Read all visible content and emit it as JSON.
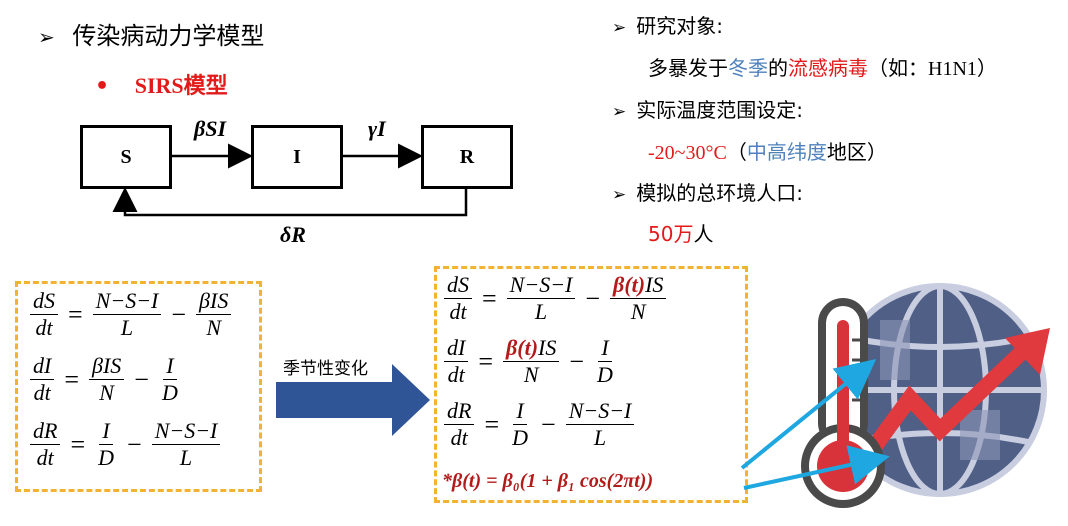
{
  "left": {
    "heading": "传染病动力学模型",
    "subheading": "SIRS模型",
    "bullet_marker": "•",
    "arrow_marker": "➢"
  },
  "diagram": {
    "nodes": [
      "S",
      "I",
      "R"
    ],
    "edges": {
      "s_to_i": "βSI",
      "i_to_r": "γI",
      "r_to_s": "δR"
    }
  },
  "right_info": {
    "item1_label": "研究对象:",
    "item1_value": {
      "p1": "多暴发于",
      "p2": "冬季",
      "p3": "的",
      "p4": "流感病毒",
      "p5": "（如：",
      "p6": "H1N1",
      "p7": "）"
    },
    "item2_label": "实际温度范围设定:",
    "item2_value": {
      "p1": "-20~30°C",
      "p2": "（",
      "p3": "中高纬度",
      "p4": "地区）"
    },
    "item3_label": "模拟的总环境人口:",
    "item3_value": {
      "p1": "50万",
      "p2": "人"
    }
  },
  "arrow_label": "季节性变化",
  "equations_left": {
    "eq1": {
      "lhs_num": "dS",
      "lhs_den": "dt",
      "f1_num": "N−S−I",
      "f1_den": "L",
      "op": "−",
      "f2_num": "βIS",
      "f2_den": "N"
    },
    "eq2": {
      "lhs_num": "dI",
      "lhs_den": "dt",
      "f1_num": "βIS",
      "f1_den": "N",
      "op": "−",
      "f2_num": "I",
      "f2_den": "D"
    },
    "eq3": {
      "lhs_num": "dR",
      "lhs_den": "dt",
      "f1_num": "I",
      "f1_den": "D",
      "op": "−",
      "f2_num": "N−S−I",
      "f2_den": "L"
    }
  },
  "equations_right": {
    "eq1": {
      "lhs_num": "dS",
      "lhs_den": "dt",
      "f1_num": "N−S−I",
      "f1_den": "L",
      "op": "−",
      "f2_num_red": "β(t)",
      "f2_num_rest": "IS",
      "f2_den": "N"
    },
    "eq2": {
      "lhs_num": "dI",
      "lhs_den": "dt",
      "f1_num_red": "β(t)",
      "f1_num_rest": "IS",
      "f1_den": "N",
      "op": "−",
      "f2_num": "I",
      "f2_den": "D"
    },
    "eq3": {
      "lhs_num": "dR",
      "lhs_den": "dt",
      "f1_num": "I",
      "f1_den": "D",
      "op": "−",
      "f2_num": "N−S−I",
      "f2_den": "L"
    },
    "beta_def": "*β(t) = β₀(1 + β₁ cos(2πt))"
  },
  "colors": {
    "red": "#e31a1a",
    "blue": "#4f81bd",
    "dark_red": "#b31b1b",
    "dash_border": "#f2b233",
    "arrow_fill": "#2f5597",
    "cyan_arrow": "#1ea7e0"
  },
  "icons": [
    "thermometer-icon",
    "globe-icon",
    "trend-arrow-icon"
  ]
}
